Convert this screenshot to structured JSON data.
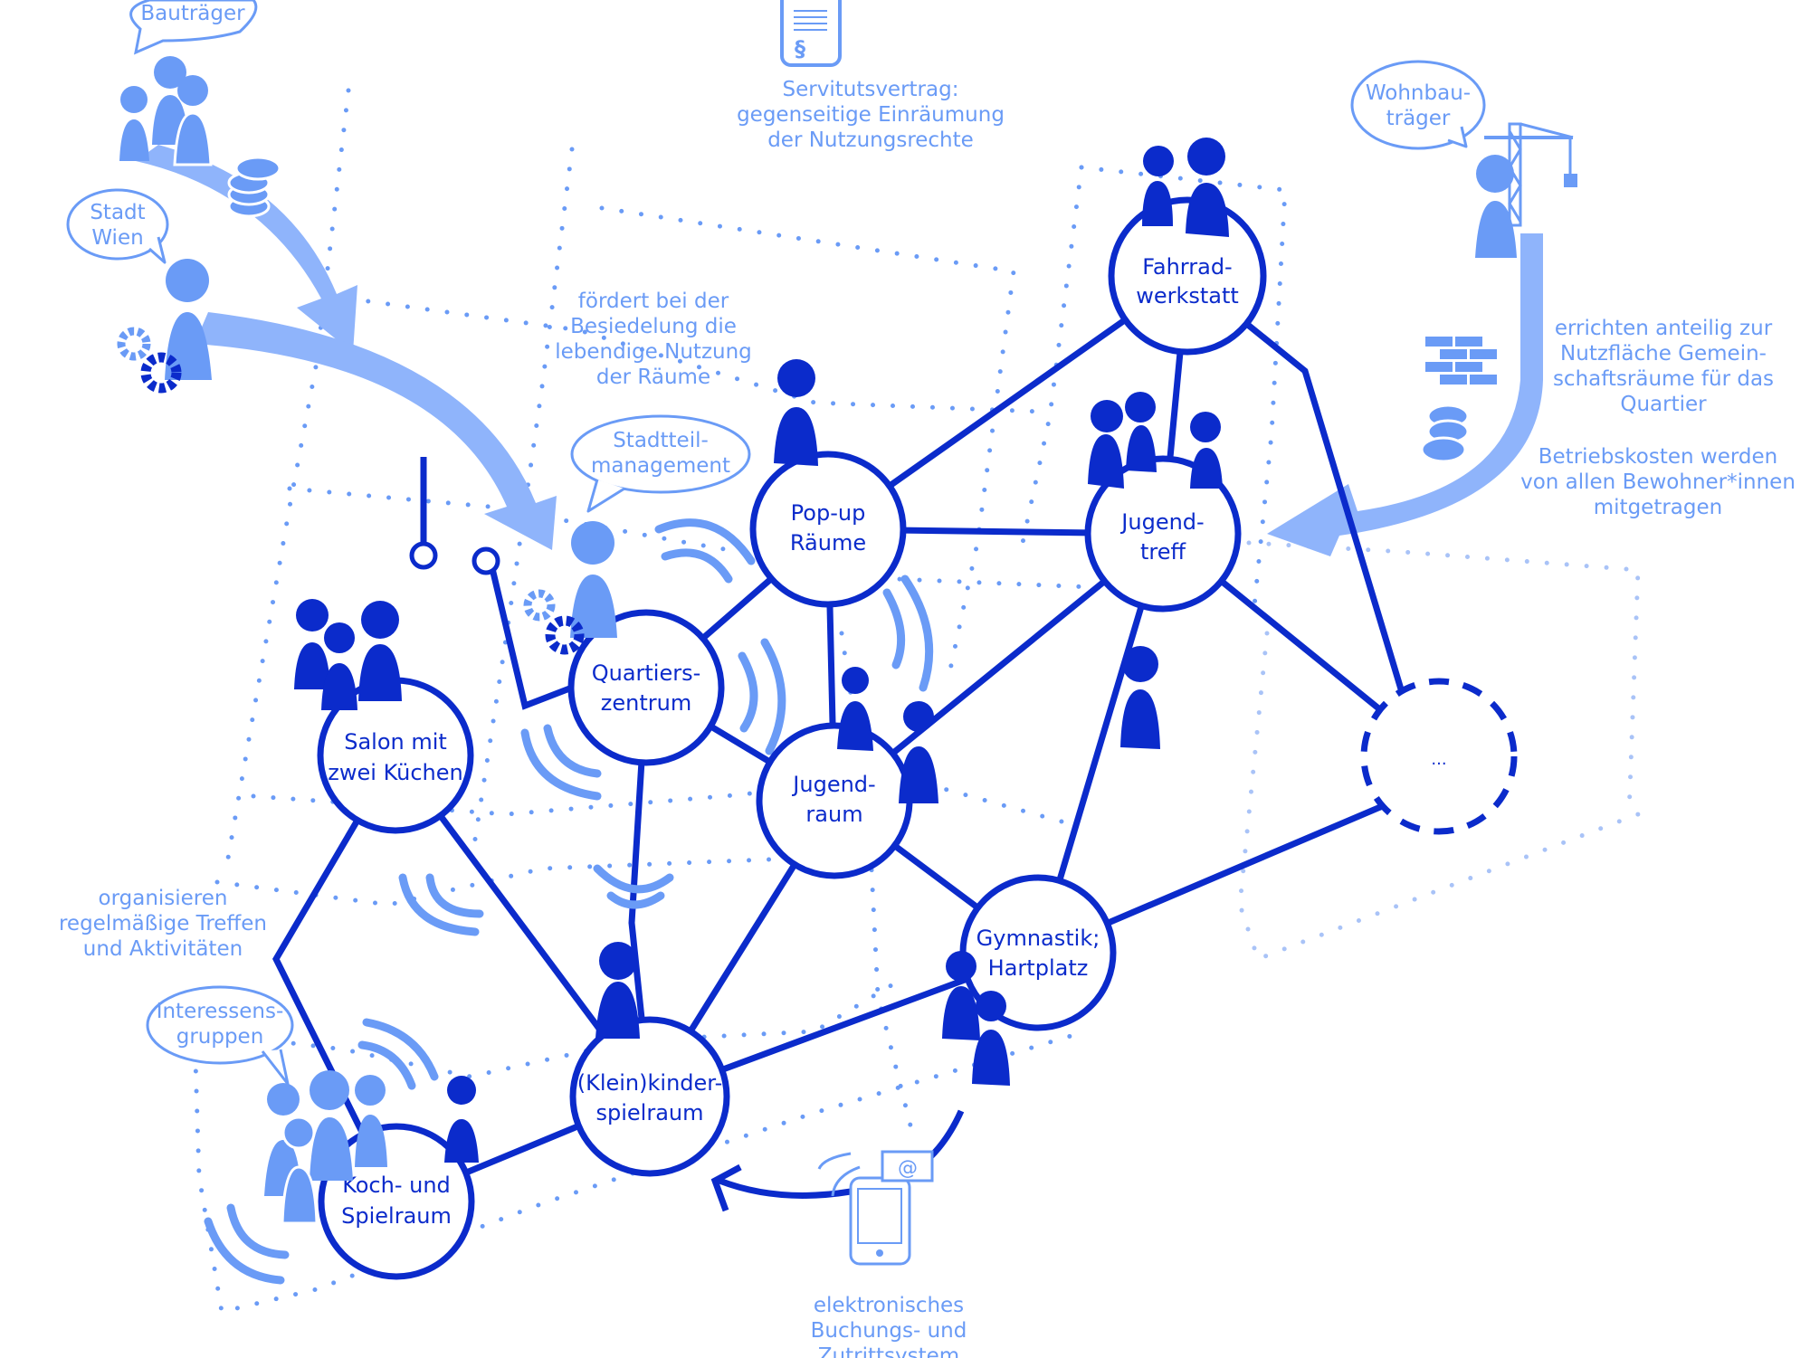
{
  "title": "Gemeinschaftsräume im Quartier – Netzwerkdiagramm",
  "colors": {
    "dark_blue": "#0b2bcb",
    "light_blue": "#6a9bf6",
    "arrow_blue": "#8fb4fb"
  },
  "actors": {
    "bautraeger": {
      "label": "Bauträger",
      "icons": [
        "people-group-icon",
        "coins-icon"
      ]
    },
    "stadt_wien": {
      "label_lines": [
        "Stadt",
        "Wien"
      ],
      "icons": [
        "person-icon",
        "gears-icon"
      ]
    },
    "wohnbautraeger": {
      "label_lines": [
        "Wohnbau-",
        "träger"
      ],
      "icons": [
        "person-icon",
        "crane-icon",
        "bricks-icon",
        "coins-icon"
      ]
    },
    "stadtteilmanagement": {
      "label_lines": [
        "Stadtteil-",
        "management"
      ],
      "icons": [
        "person-icon",
        "gears-icon"
      ]
    },
    "interessensgruppen": {
      "label_lines": [
        "Interessens-",
        "gruppen"
      ],
      "icons": [
        "people-group-icon"
      ]
    }
  },
  "notes": {
    "servitut": {
      "lines": [
        "Servitutsvertrag:",
        "gegenseitige Einräumung",
        "der Nutzungsrechte"
      ],
      "icon": "contract-paragraph-icon"
    },
    "foerdert": {
      "lines": [
        "fördert bei der",
        "Besiedelung die",
        "lebendige Nutzung",
        "der Räume"
      ]
    },
    "errichten": {
      "lines": [
        "errichten anteilig zur",
        "Nutzfläche Gemein-",
        "schaftsräume für das",
        "Quartier"
      ]
    },
    "betriebskosten": {
      "lines": [
        "Betriebskosten werden",
        "von allen Bewohner*innen",
        "mitgetragen"
      ]
    },
    "organisieren": {
      "lines": [
        "organisieren",
        "regelmäßige Treffen",
        "und Aktivitäten"
      ]
    },
    "buchung": {
      "lines": [
        "elektronisches",
        "Buchungs- und",
        "Zutrittsystem"
      ],
      "icon": "smartphone-email-icon"
    }
  },
  "nodes": [
    {
      "id": "fahrrad",
      "lines": [
        "Fahrrad-",
        "werkstatt"
      ]
    },
    {
      "id": "popup",
      "lines": [
        "Pop-up",
        "Räume"
      ]
    },
    {
      "id": "jugendtreff",
      "lines": [
        "Jugend-",
        "treff"
      ]
    },
    {
      "id": "quartier",
      "lines": [
        "Quartiers-",
        "zentrum"
      ]
    },
    {
      "id": "salon",
      "lines": [
        "Salon mit",
        "zwei Küchen"
      ]
    },
    {
      "id": "jugendraum",
      "lines": [
        "Jugend-",
        "raum"
      ]
    },
    {
      "id": "more",
      "lines": [
        "..."
      ]
    },
    {
      "id": "gymnastik",
      "lines": [
        "Gymnastik;",
        "Hartplatz"
      ]
    },
    {
      "id": "klein",
      "lines": [
        "(Klein)kinder-",
        "spielraum"
      ]
    },
    {
      "id": "koch",
      "lines": [
        "Koch- und",
        "Spielraum"
      ]
    }
  ]
}
